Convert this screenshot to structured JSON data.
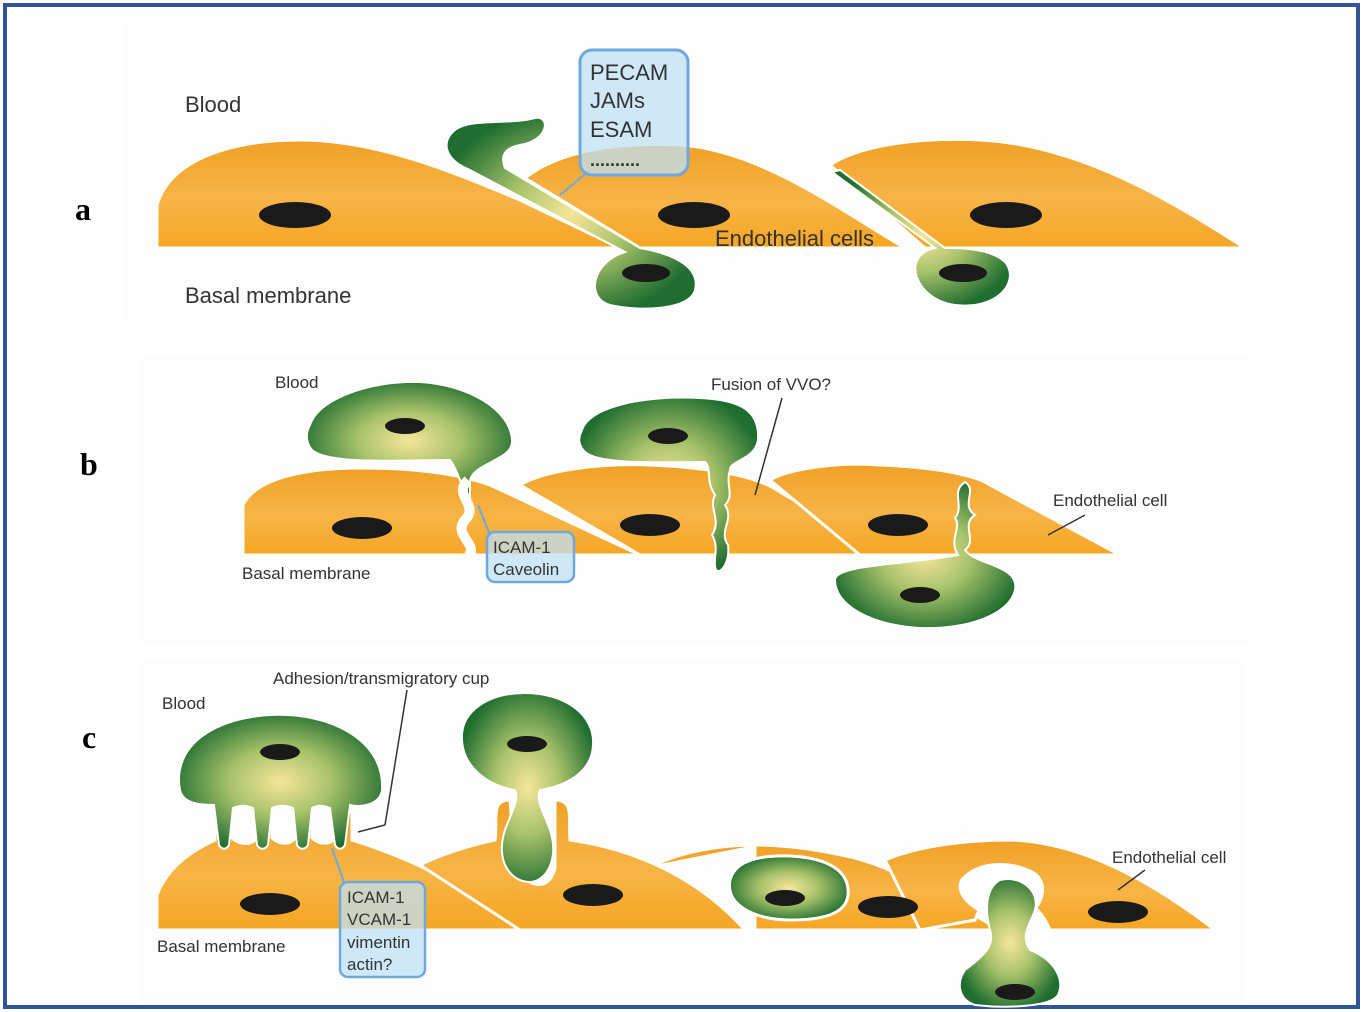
{
  "panel_a": {
    "letter": "a",
    "blood": "Blood",
    "basal": "Basal membrane",
    "endothelial": "Endothelial cells",
    "callout": [
      "PECAM",
      "JAMs",
      "ESAM",
      ".........."
    ]
  },
  "panel_b": {
    "letter": "b",
    "blood": "Blood",
    "basal": "Basal membrane",
    "fusion": "Fusion of VVO?",
    "endothelial": "Endothelial cell",
    "callout": [
      "ICAM-1",
      "Caveolin"
    ]
  },
  "panel_c": {
    "letter": "c",
    "blood": "Blood",
    "basal": "Basal membrane",
    "cup": "Adhesion/transmigratory cup",
    "endothelial": "Endothelial cell",
    "callout": [
      "ICAM-1",
      "VCAM-1",
      "vimentin",
      "actin?"
    ]
  },
  "colors": {
    "border": "#2f5597",
    "cell_orange": "#f5a623",
    "cell_light": "#fcd07a",
    "leuko_green": "#1e6b2e",
    "leuko_light": "#f3e58a",
    "callout_fill": "#bfe0f5",
    "callout_stroke": "#6fa8dc"
  }
}
